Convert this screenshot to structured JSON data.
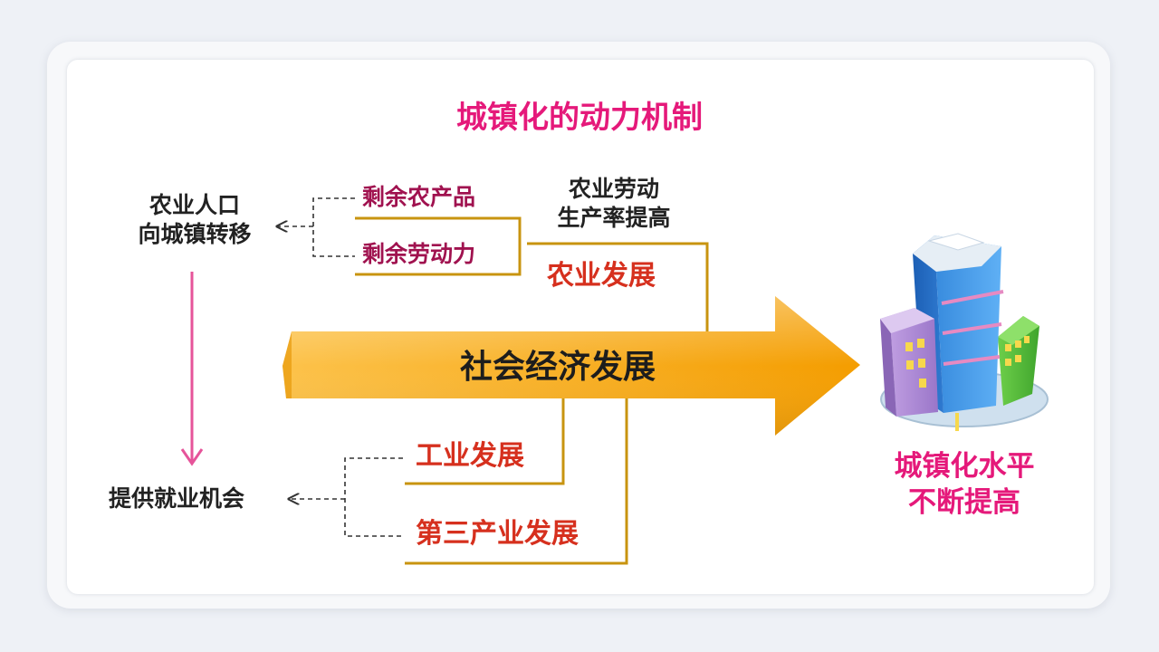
{
  "title": "城镇化的动力机制",
  "agri_transfer": {
    "line1": "农业人口",
    "line2": "向城镇转移"
  },
  "surplus_products": "剩余农产品",
  "surplus_labor": "剩余劳动力",
  "productivity": {
    "line1": "农业劳动",
    "line2": "生产率提高"
  },
  "agri_dev": "农业发展",
  "main_arrow": "社会经济发展",
  "industry_dev": "工业发展",
  "tertiary_dev": "第三产业发展",
  "employment": "提供就业机会",
  "result": {
    "line1": "城镇化水平",
    "line2": "不断提高"
  },
  "colors": {
    "title": "#e5197a",
    "arrow": "#f7a800",
    "gold_line": "#c89410",
    "red_label": "#d6301e",
    "maroon_label": "#a0124f",
    "pink_connector": "#e6549a"
  },
  "icons": [
    "city-buildings-icon"
  ]
}
